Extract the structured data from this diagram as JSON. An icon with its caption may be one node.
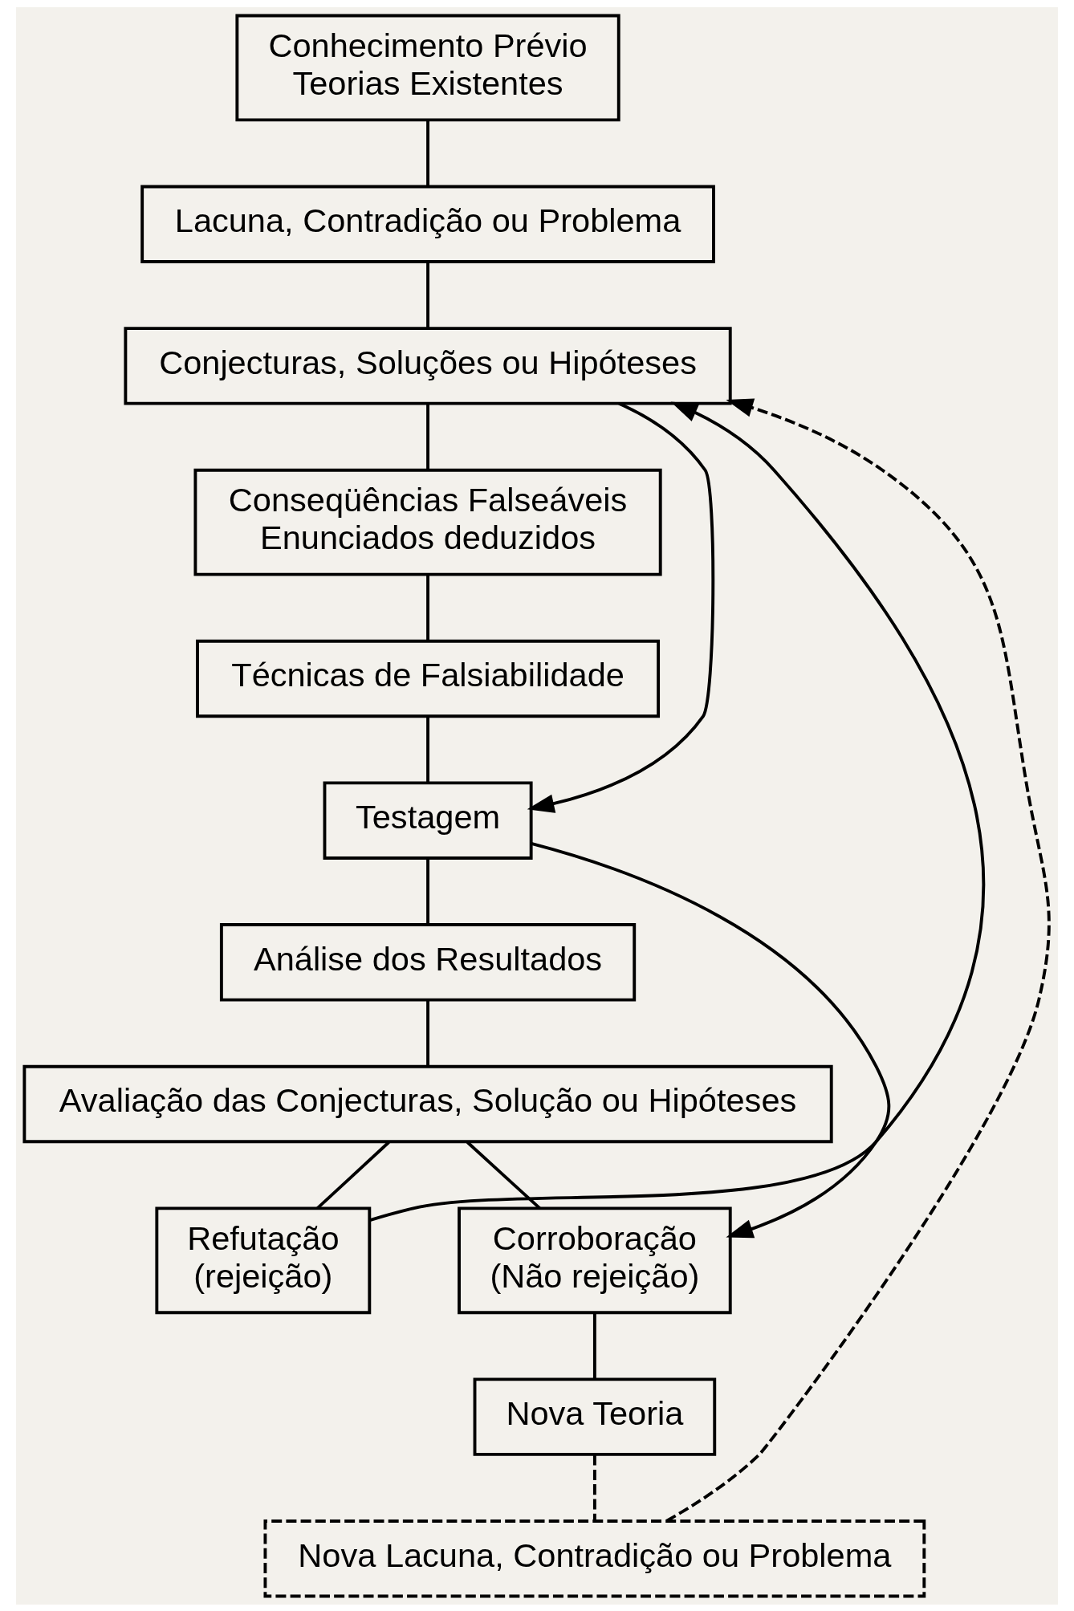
{
  "diagram": {
    "nodes": [
      {
        "text": [
          "Conhecimento Prévio Teorias Existentes"
        ]
      },
      {
        "text": [
          "Lacuna, Contradição ou Problema"
        ]
      },
      {
        "text": [
          "Conjecturas, Soluções ou Hipóteses"
        ]
      },
      {
        "text": [
          "Conseqüências Falseáveis Enunciados deduzidos"
        ]
      },
      {
        "text": [
          "Técnicas de Falsiabilidade"
        ]
      },
      {
        "text": [
          "Testagem"
        ]
      },
      {
        "text": [
          "Análise dos Resultados"
        ]
      },
      {
        "text": [
          "Avaliação das Conjecturas, Solução ou Hipóteses"
        ]
      },
      {
        "text": [
          "Refutação (rejeição)"
        ]
      },
      {
        "text": [
          "Corroboração (Não rejeição)"
        ]
      },
      {
        "text": [
          "Nova Teoria"
        ]
      },
      {
        "text": [
          "Nova Lacuna, Contradição ou Problema"
        ]
      }
    ],
    "edges": [
      {
        "from": 0,
        "to": 1,
        "arrow": "none"
      },
      {
        "from": 1,
        "to": 2,
        "arrow": "none"
      },
      {
        "from": 2,
        "to": 3,
        "arrow": "none"
      },
      {
        "from": 3,
        "to": 4,
        "arrow": "none"
      },
      {
        "from": 4,
        "to": 5,
        "arrow": "none"
      },
      {
        "from": 2,
        "to": 5,
        "arrow": "to"
      },
      {
        "from": 5,
        "to": 6,
        "arrow": "none"
      },
      {
        "from": 6,
        "to": 7,
        "arrow": "none"
      },
      {
        "from": 7,
        "to": 8,
        "arrow": "none"
      },
      {
        "from": 7,
        "to": 9,
        "arrow": "none"
      },
      {
        "from": 8,
        "to": 2,
        "arrow": "to"
      },
      {
        "from": 5,
        "to": 9,
        "arrow": "to"
      },
      {
        "from": 9,
        "to": 10,
        "arrow": "none"
      },
      {
        "from": 10,
        "to": 11,
        "arrow": "none",
        "style": "dashed"
      },
      {
        "from": 11,
        "to": 2,
        "arrow": "to",
        "style": "dashed"
      }
    ]
  }
}
